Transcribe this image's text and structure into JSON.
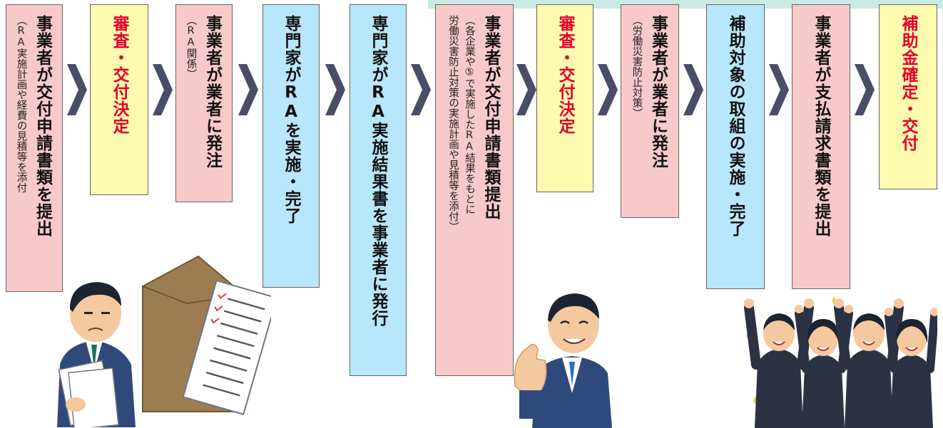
{
  "steps": [
    {
      "main": "事業者が交付申請書類を提出",
      "sub": [
        "（RA実施計画や経費の見積等を添付"
      ],
      "color": "pink"
    },
    {
      "main": "審査・交付決定",
      "sub": [],
      "color": "yellow",
      "emphasis": "red"
    },
    {
      "main": "事業者が業者に発注",
      "sub": [
        "（RA関係）"
      ],
      "color": "pink"
    },
    {
      "main": "専門家がRAを実施・完了",
      "sub": [],
      "color": "blue"
    },
    {
      "main": "専門家がRA実施結果書を事業者に発行",
      "sub": [],
      "color": "blue"
    },
    {
      "main": "事業者が交付申請書類提出",
      "sub": [
        "（各企業や⑤で実施したRA結果をもとに",
        "労働災害防止対策の実施計画や見積等を添付）"
      ],
      "color": "pink"
    },
    {
      "main": "審査・交付決定",
      "sub": [],
      "color": "yellow",
      "emphasis": "red"
    },
    {
      "main": "事業者が業者に発注",
      "sub": [
        "（労働災害防止対策）"
      ],
      "color": "pink"
    },
    {
      "main": "補助対象の取組の実施・完了",
      "sub": [],
      "color": "blue"
    },
    {
      "main": "事業者が支払請求書類を提出",
      "sub": [],
      "color": "pink"
    },
    {
      "main": "補助金確定・交付",
      "sub": [],
      "color": "yellow",
      "emphasis": "red"
    }
  ],
  "arrow_icon": "chevron-right-icon",
  "illustrations": [
    "businessman-reading-document",
    "envelope-with-checklist",
    "businessman-thumbs-up",
    "cheering-team"
  ]
}
